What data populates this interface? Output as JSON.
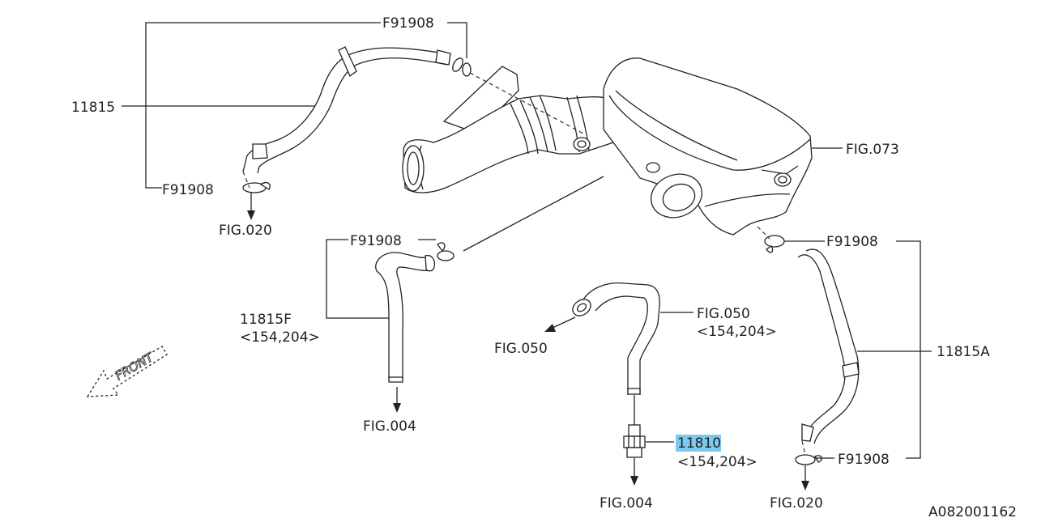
{
  "labels": {
    "clip_top": "F91908",
    "hose_left_pn": "11815",
    "clip_left": "F91908",
    "fig_020_left": "FIG.020",
    "fig_073": "FIG.073",
    "clip_mid": "F91908",
    "hose_f_pn": "11815F",
    "hose_f_code": "<154,204>",
    "fig_004_left": "FIG.004",
    "front": "FRONT",
    "fig_050_right": "FIG.050",
    "fig_050_right_code": "<154,204>",
    "fig_050_left": "FIG.050",
    "valve_pn": "11810",
    "valve_code": "<154,204>",
    "fig_004_bottom": "FIG.004",
    "clip_right_top": "F91908",
    "hose_a_pn": "11815A",
    "clip_right_bottom": "F91908",
    "fig_020_right": "FIG.020",
    "diagram_code": "A082001162"
  },
  "colors": {
    "line": "#222222",
    "highlight": "#7cc9ef",
    "background": "#ffffff"
  },
  "highlighted_part": "11810"
}
